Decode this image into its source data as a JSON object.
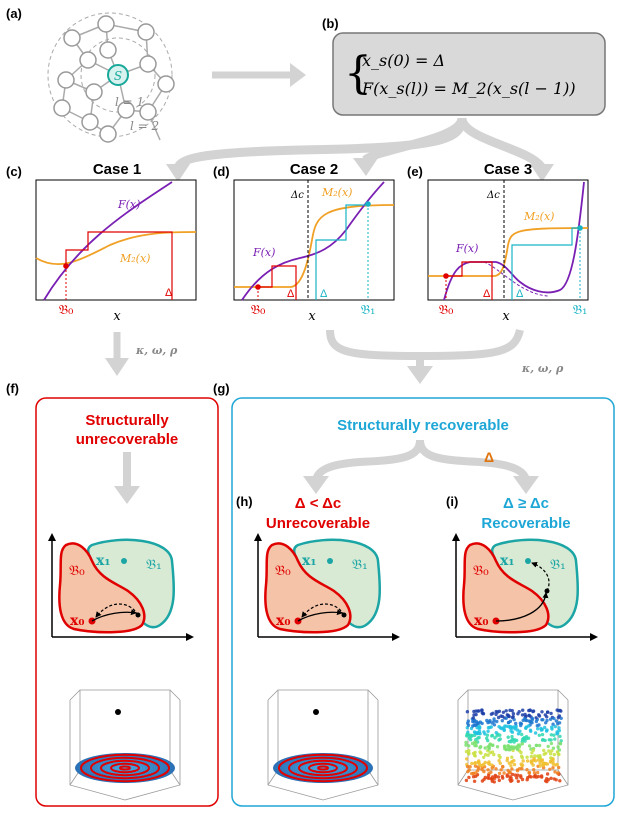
{
  "colors": {
    "purple": "#7a1fb3",
    "orange": "#f0a024",
    "red": "#e00000",
    "cyan": "#17b3c4",
    "gray_arrow": "#d3d3d3",
    "basin0_fill": "#f4c3a8",
    "basin1_fill": "#d8ead4",
    "basin1_stroke": "#1ba5a5",
    "g_border": "#1ea7d6"
  },
  "panels": {
    "a": {
      "tag": "(a)",
      "source_node": "S",
      "ring1": "l = 1",
      "ring2": "l = 2"
    },
    "b": {
      "tag": "(b)",
      "eq1": "x_s(0) = Δ",
      "eq2": "F(x_s(l)) = M_2(x_s(l − 1))"
    },
    "c": {
      "tag": "(c)",
      "title": "Case 1",
      "f_label": "F(x)",
      "m_label": "M₂(x)",
      "delta": "Δ",
      "b0": "𝔅₀",
      "xlabel": "x"
    },
    "d": {
      "tag": "(d)",
      "title": "Case 2",
      "f_label": "F(x)",
      "m_label": "M₂(x)",
      "delta_c": "Δc",
      "delta_red": "Δ",
      "delta_cyan": "Δ",
      "b0": "𝔅₀",
      "b1": "𝔅₁",
      "xlabel": "x"
    },
    "e": {
      "tag": "(e)",
      "title": "Case 3",
      "f_label": "F(x)",
      "m_label": "M₂(x)",
      "delta_c": "Δc",
      "delta_red": "Δ",
      "delta_cyan": "Δ",
      "b0": "𝔅₀",
      "b1": "𝔅₁",
      "xlabel": "x"
    },
    "params": "κ, ω, ρ",
    "f": {
      "tag": "(f)",
      "line1": "Structurally",
      "line2": "unrecoverable"
    },
    "g": {
      "tag": "(g)",
      "title": "Structurally recoverable",
      "delta": "Δ"
    },
    "h": {
      "tag": "(h)",
      "cond": "Δ < Δc",
      "label": "Unrecoverable"
    },
    "i": {
      "tag": "(i)",
      "cond": "Δ ≥ Δc",
      "label": "Recoverable"
    },
    "basin": {
      "b0": "𝔅₀",
      "b1": "𝔅₁",
      "x0": "x₀",
      "x1": "x₁"
    }
  }
}
